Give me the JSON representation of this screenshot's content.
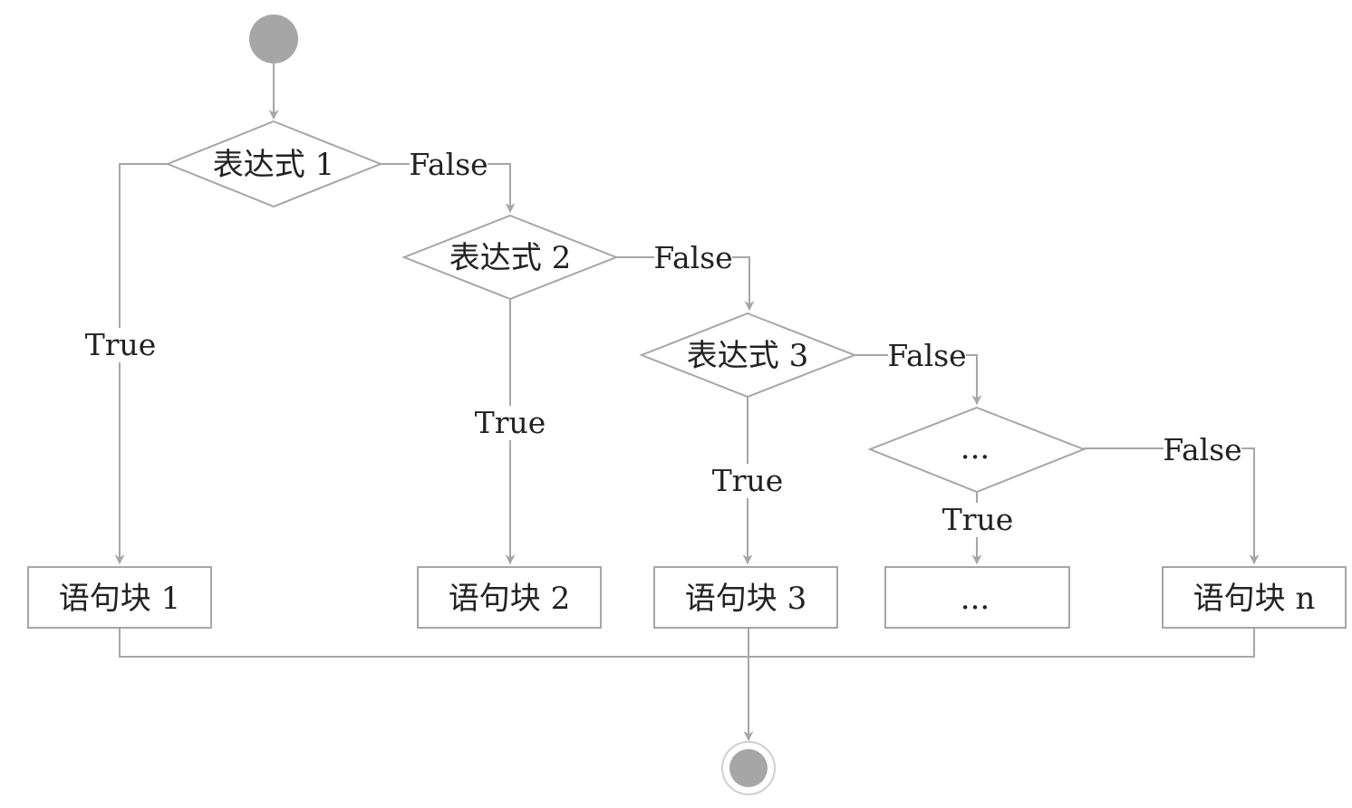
{
  "decisions": [
    {
      "id": "d1",
      "label": "表达式 1"
    },
    {
      "id": "d2",
      "label": "表达式 2"
    },
    {
      "id": "d3",
      "label": "表达式 3"
    },
    {
      "id": "d4",
      "label": "..."
    }
  ],
  "blocks": [
    {
      "id": "b1",
      "label": "语句块 1"
    },
    {
      "id": "b2",
      "label": "语句块 2"
    },
    {
      "id": "b3",
      "label": "语句块 3"
    },
    {
      "id": "b4",
      "label": "..."
    },
    {
      "id": "bn",
      "label": "语句块 n"
    }
  ],
  "edge_labels": {
    "true": "True",
    "false": "False"
  },
  "colors": {
    "line": "#a6a6a6",
    "node_fill": "#a6a6a6",
    "text": "#222222"
  }
}
